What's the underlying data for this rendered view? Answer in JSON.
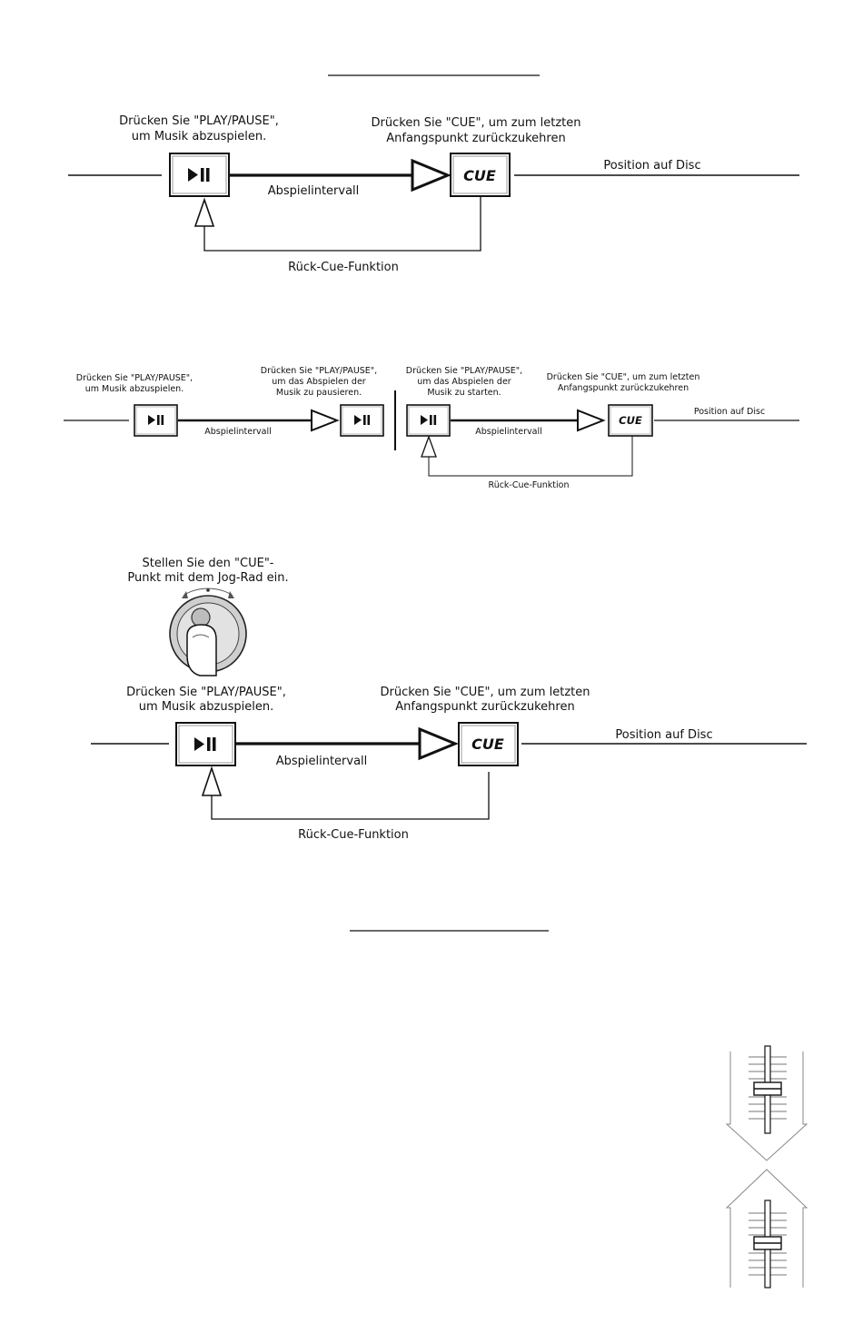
{
  "diagram1": {
    "label_play": [
      "Drücken Sie \"PLAY/PAUSE\",",
      "um Musik abzuspielen."
    ],
    "label_cue": [
      "Drücken Sie \"CUE\", um zum letzten",
      "Anfangspunkt zurückzukehren"
    ],
    "position": "Position auf Disc",
    "interval": "Abspielintervall",
    "return": "Rück-Cue-Funktion",
    "cue_button": "CUE"
  },
  "diagram2": {
    "label_play": [
      "Drücken Sie \"PLAY/PAUSE\",",
      "um Musik abzuspielen."
    ],
    "label_pause": [
      "Drücken Sie \"PLAY/PAUSE\",",
      "um das Abspielen der",
      "Musik zu pausieren."
    ],
    "label_start": [
      "Drücken Sie \"PLAY/PAUSE\",",
      "um das Abspielen der",
      "Musik zu starten."
    ],
    "label_cue": [
      "Drücken Sie \"CUE\", um zum letzten",
      "Anfangspunkt zurückzukehren"
    ],
    "position": "Position auf Disc",
    "interval_left": "Abspielintervall",
    "interval_right": "Abspielintervall",
    "return": "Rück-Cue-Funktion",
    "cue_button": "CUE"
  },
  "diagram3": {
    "jog_label": [
      "Stellen Sie den \"CUE\"-",
      "Punkt mit dem Jog-Rad ein."
    ],
    "label_play": [
      "Drücken Sie \"PLAY/PAUSE\",",
      "um Musik abzuspielen."
    ],
    "label_cue": [
      "Drücken Sie \"CUE\", um zum letzten",
      "Anfangspunkt zurückzukehren"
    ],
    "position": "Position auf Disc",
    "interval": "Abspielintervall",
    "return": "Rück-Cue-Funktion",
    "cue_button": "CUE"
  },
  "icons": {
    "play_pause": "play-pause-icon",
    "jog_wheel": "jog-wheel-icon",
    "fader_down": "fader-down-icon",
    "fader_up": "fader-up-icon"
  }
}
